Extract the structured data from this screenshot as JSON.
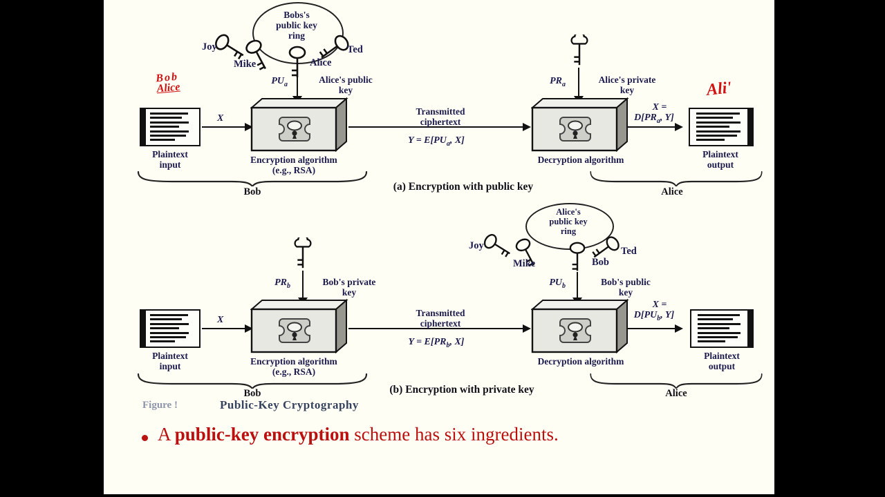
{
  "slide": {
    "background": "#fffef4",
    "letterbox_color": "#000000"
  },
  "colors": {
    "diagram_text": "#1b1b4e",
    "caption_text": "#101018",
    "red_pen": "#d11212",
    "bullet_red": "#ba1010"
  },
  "figure": {
    "label": "Figure !",
    "title": "Public-Key Cryptography"
  },
  "bullet": {
    "lead": "A ",
    "bold": "public-key encryption",
    "rest": " scheme has six ingredients."
  },
  "annotations": {
    "left_line1": "Bob",
    "left_line2": "Alice",
    "right": "Ali'"
  },
  "sections": {
    "a": {
      "ring": {
        "line1": "Bobs's",
        "line2": "public key",
        "line3": "ring",
        "key_left": "Joy",
        "key_midleft": "Mike",
        "key_mid": "Alice",
        "key_right": "Ted"
      },
      "enc_key_sym": "PU",
      "enc_key_sub": "a",
      "enc_key_desc1": "Alice's public",
      "enc_key_desc2": "key",
      "dec_key_sym": "PR",
      "dec_key_sub": "a",
      "dec_key_desc1": "Alice's private",
      "dec_key_desc2": "key",
      "plain_in1": "Plaintext",
      "plain_in2": "input",
      "x_label": "X",
      "enc_label1": "Encryption algorithm",
      "enc_label2": "(e.g., RSA)",
      "trans1": "Transmitted",
      "trans2": "ciphertext",
      "cipher_pre": "Y = E[",
      "cipher_sym": "PU",
      "cipher_sub": "a",
      "cipher_post": ", X]",
      "dec_label": "Decryption algorithm",
      "out_line1": "X =",
      "out_pre": "D[",
      "out_sym": "PR",
      "out_sub": "a",
      "out_post": ", Y]",
      "plain_out1": "Plaintext",
      "plain_out2": "output",
      "brace_left": "Bob",
      "caption": "(a) Encryption with public key",
      "brace_right": "Alice"
    },
    "b": {
      "ring": {
        "line1": "Alice's",
        "line2": "public key",
        "line3": "ring",
        "key_left": "Joy",
        "key_midleft": "Mike",
        "key_mid": "Bob",
        "key_right": "Ted"
      },
      "enc_key_sym": "PR",
      "enc_key_sub": "b",
      "enc_key_desc1": "Bob's private",
      "enc_key_desc2": "key",
      "dec_key_sym": "PU",
      "dec_key_sub": "b",
      "dec_key_desc1": "Bob's public",
      "dec_key_desc2": "key",
      "plain_in1": "Plaintext",
      "plain_in2": "input",
      "x_label": "X",
      "enc_label1": "Encryption algorithm",
      "enc_label2": "(e.g., RSA)",
      "trans1": "Transmitted",
      "trans2": "ciphertext",
      "cipher_pre": "Y = E[",
      "cipher_sym": "PR",
      "cipher_sub": "b",
      "cipher_post": ", X]",
      "dec_label": "Decryption algorithm",
      "out_line1": "X =",
      "out_pre": "D[",
      "out_sym": "PU",
      "out_sub": "b",
      "out_post": ", Y]",
      "plain_out1": "Plaintext",
      "plain_out2": "output",
      "brace_left": "Bob",
      "caption": "(b) Encryption with private key",
      "brace_right": "Alice"
    }
  }
}
